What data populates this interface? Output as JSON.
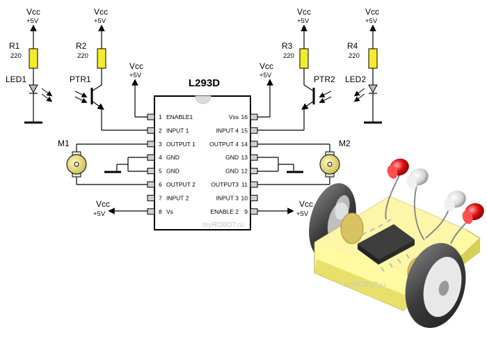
{
  "ic": {
    "name": "L293D",
    "left_pins": [
      {
        "num": "1",
        "label": "ENABLE1"
      },
      {
        "num": "2",
        "label": "INPUT 1"
      },
      {
        "num": "3",
        "label": "OUTPUT 1"
      },
      {
        "num": "4",
        "label": "GND"
      },
      {
        "num": "5",
        "label": "GND"
      },
      {
        "num": "6",
        "label": "OUTPUT 2"
      },
      {
        "num": "7",
        "label": "INPUT 2"
      },
      {
        "num": "8",
        "label": "Vs"
      }
    ],
    "right_pins": [
      {
        "num": "16",
        "label": "Vss"
      },
      {
        "num": "15",
        "label": "INPUT 4"
      },
      {
        "num": "14",
        "label": "OUTPUT 4"
      },
      {
        "num": "13",
        "label": "GND"
      },
      {
        "num": "12",
        "label": "GND"
      },
      {
        "num": "11",
        "label": "OUTPUT3"
      },
      {
        "num": "10",
        "label": "INPUT 3"
      },
      {
        "num": "9",
        "label": "ENABLE 2"
      }
    ]
  },
  "supply": {
    "name": "Vcc",
    "voltage": "+5V"
  },
  "resistors": [
    {
      "name": "R1",
      "value": "220"
    },
    {
      "name": "R2",
      "value": "220"
    },
    {
      "name": "R3",
      "value": "220"
    },
    {
      "name": "R4",
      "value": "220"
    }
  ],
  "leds": [
    "LED1",
    "LED2"
  ],
  "phototransistors": [
    "PTR1",
    "PTR2"
  ],
  "motors": [
    "M1",
    "M2"
  ],
  "watermark": "myROBOT.ru",
  "colors": {
    "led_red": "#e01010",
    "led_white": "#d8d8d8",
    "chassis": "#f4f08a",
    "wheel": "#555555",
    "pin": "#d0d0d0"
  }
}
